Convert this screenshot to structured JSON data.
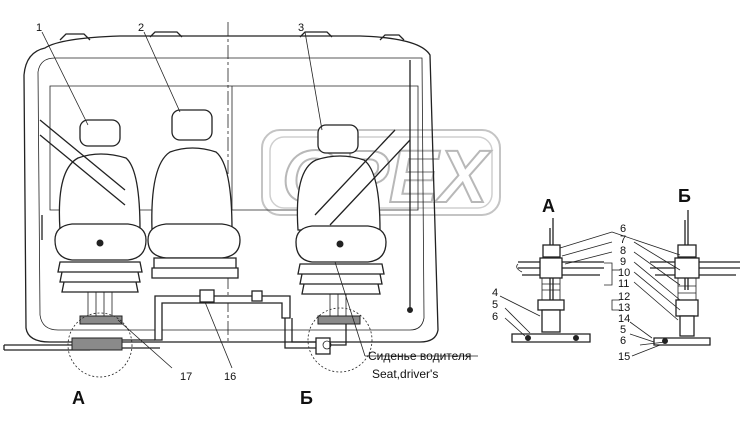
{
  "watermark": "OPEX",
  "callouts": [
    "1",
    "2",
    "3",
    "16",
    "17"
  ],
  "views": {
    "view_a": "А",
    "view_b": "Б"
  },
  "caption": {
    "ru": "Сиденье водителя",
    "en": "Seat,driver's"
  },
  "detail_a": {
    "title": "А",
    "labels": [
      "4",
      "5",
      "6"
    ]
  },
  "detail_b": {
    "title": "Б",
    "labels": [
      "6",
      "7",
      "8",
      "9",
      "10",
      "11",
      "12",
      "13",
      "14",
      "5",
      "6",
      "15"
    ]
  }
}
